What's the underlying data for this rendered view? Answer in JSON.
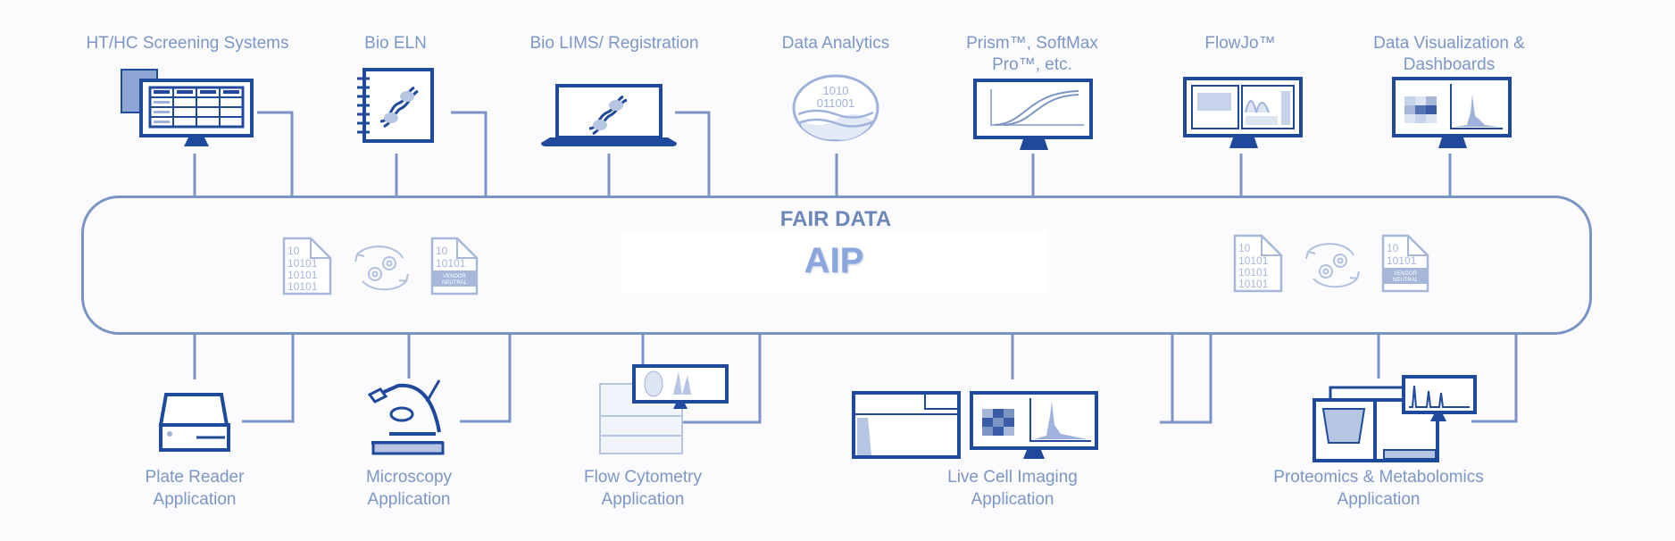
{
  "diagram": {
    "hub": {
      "title": "FAIR DATA",
      "platform": "AIP"
    },
    "file_badge": {
      "lines": [
        "10",
        "10101",
        "10101",
        "10101"
      ],
      "neutral_lines": [
        "10",
        "10101"
      ],
      "neutral_tag": [
        "VENDOR",
        "NEUTRAL"
      ]
    },
    "top_nodes": [
      {
        "label": [
          "HT/HC Screening Systems"
        ],
        "icon": "screening-monitor-icon"
      },
      {
        "label": [
          "Bio ELN"
        ],
        "icon": "notebook-dna-icon"
      },
      {
        "label": [
          "Bio LIMS/ Registration"
        ],
        "icon": "laptop-dna-icon"
      },
      {
        "label": [
          "Data Analytics"
        ],
        "icon": "data-lake-icon",
        "icon_text": [
          "1010",
          "011001"
        ]
      },
      {
        "label": [
          "Prism™, SoftMax",
          "Pro™, etc."
        ],
        "icon": "curve-monitor-icon"
      },
      {
        "label": [
          "FlowJo™"
        ],
        "icon": "flowjo-monitor-icon"
      },
      {
        "label": [
          "Data Visualization &",
          "Dashboards"
        ],
        "icon": "dashboard-monitor-icon"
      }
    ],
    "bottom_nodes": [
      {
        "label": [
          "Plate Reader",
          "Application"
        ],
        "icon": "plate-reader-icon"
      },
      {
        "label": [
          "Microscopy",
          "Application"
        ],
        "icon": "microscope-icon"
      },
      {
        "label": [
          "Flow Cytometry",
          "Application"
        ],
        "icon": "flow-cytometer-icon"
      },
      {
        "label": [
          "Live Cell Imaging",
          "Application"
        ],
        "icon": "live-cell-imager-icon"
      },
      {
        "label": [
          "Proteomics & Metabolomics",
          "Application"
        ],
        "icon": "mass-spec-icon"
      }
    ],
    "colors": {
      "icon_dark": "#1f4a9c",
      "line": "#7b94c4",
      "text": "#7c96c6",
      "light_fill": "#b6c5e2"
    }
  }
}
